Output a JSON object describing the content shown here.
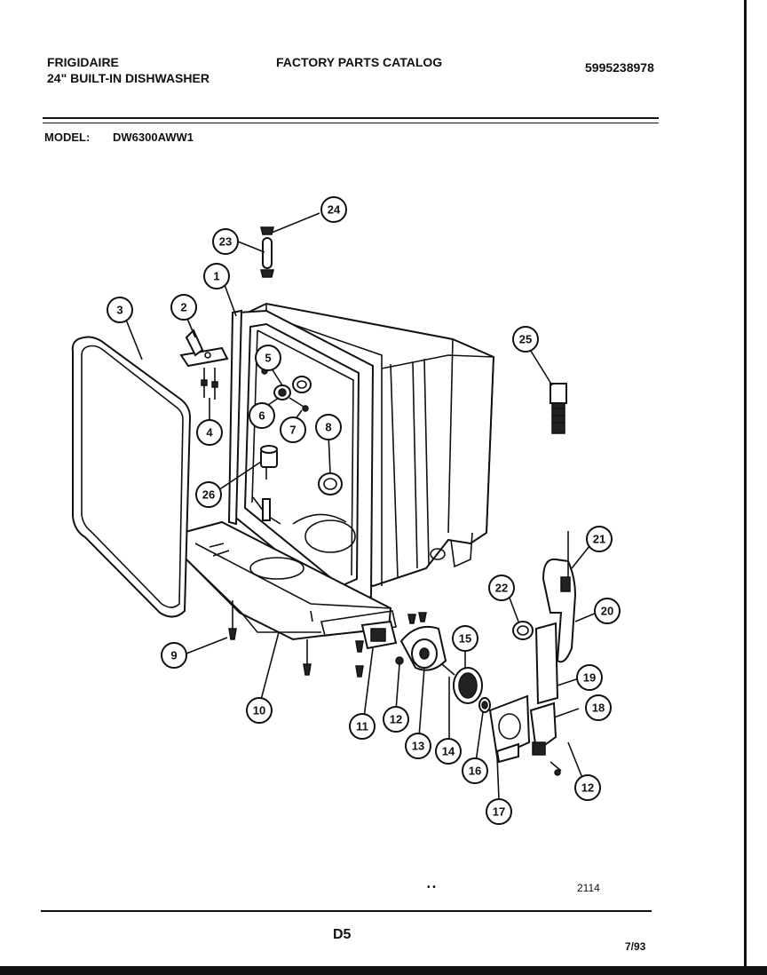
{
  "header": {
    "brand": "FRIGIDAIRE",
    "product": "24\" BUILT-IN DISHWASHER",
    "catalog_title": "FACTORY PARTS CATALOG",
    "catalog_number": "5995238978",
    "model_label": "MODEL:",
    "model_value": "DW6300AWW1"
  },
  "diagram": {
    "callouts": [
      "1",
      "2",
      "3",
      "4",
      "5",
      "6",
      "7",
      "8",
      "9",
      "10",
      "11",
      "12",
      "12",
      "13",
      "14",
      "15",
      "16",
      "17",
      "18",
      "19",
      "20",
      "21",
      "22",
      "23",
      "24",
      "25",
      "26"
    ]
  },
  "footer": {
    "dots": "• •",
    "drawing_number": "2114",
    "page_code": "D5",
    "date": "7/93"
  }
}
